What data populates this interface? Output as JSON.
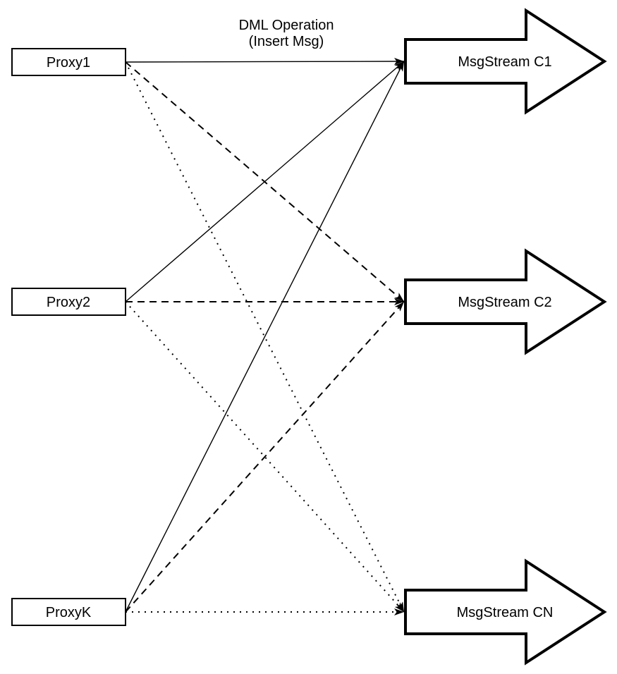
{
  "title": {
    "line1": "DML Operation",
    "line2": "(Insert Msg)"
  },
  "proxies": [
    {
      "id": "proxy1",
      "label": "Proxy1"
    },
    {
      "id": "proxy2",
      "label": "Proxy2"
    },
    {
      "id": "proxyk",
      "label": "ProxyK"
    }
  ],
  "streams": [
    {
      "id": "c1",
      "label": "MsgStream C1"
    },
    {
      "id": "c2",
      "label": "MsgStream C2"
    },
    {
      "id": "cn",
      "label": "MsgStream CN"
    }
  ],
  "connections": [
    {
      "from": "proxy1",
      "to": "c1",
      "style": "solid"
    },
    {
      "from": "proxy2",
      "to": "c1",
      "style": "solid"
    },
    {
      "from": "proxyk",
      "to": "c1",
      "style": "solid"
    },
    {
      "from": "proxy1",
      "to": "c2",
      "style": "dashed"
    },
    {
      "from": "proxy2",
      "to": "c2",
      "style": "dashed"
    },
    {
      "from": "proxyk",
      "to": "c2",
      "style": "dashed"
    },
    {
      "from": "proxy1",
      "to": "cn",
      "style": "dotted"
    },
    {
      "from": "proxy2",
      "to": "cn",
      "style": "dotted"
    },
    {
      "from": "proxyk",
      "to": "cn",
      "style": "dotted"
    }
  ],
  "colors": {
    "line": "#000000",
    "node_fill": "#ffffff",
    "background": "#ffffff"
  }
}
